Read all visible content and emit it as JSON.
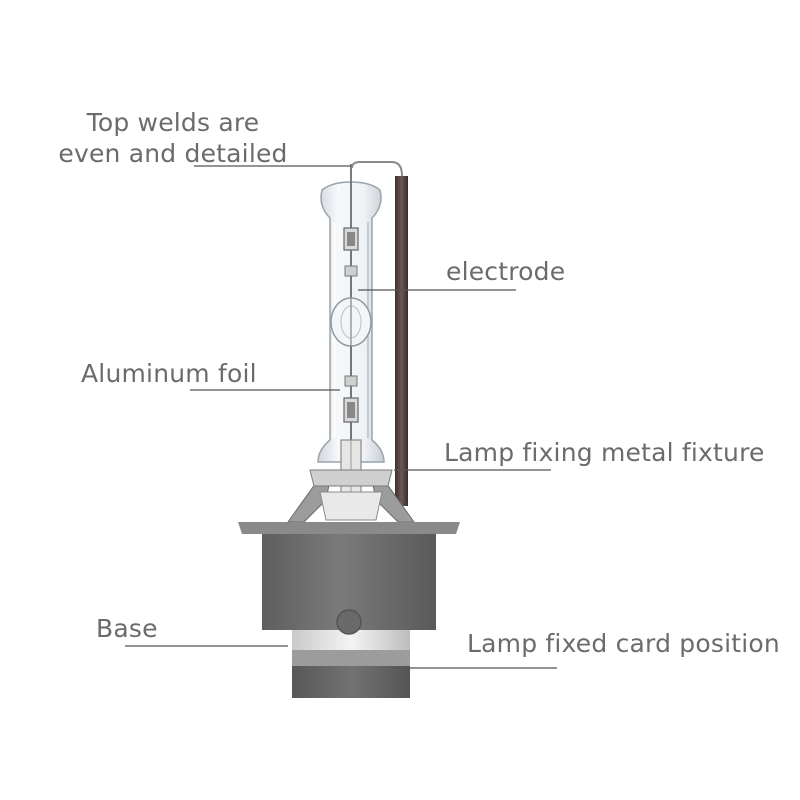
{
  "labels": {
    "top_welds_line1": "Top welds are",
    "top_welds_line2": "even and detailed",
    "electrode": "electrode",
    "aluminum_foil": "Aluminum foil",
    "fixture": "Lamp fixing metal fixture",
    "base": "Base",
    "card_position": "Lamp fixed card position"
  },
  "colors": {
    "label_text": "#6b6b6b",
    "leader_line": "#555555",
    "base_body": "#717171",
    "fixture_wire": "#5c4a44",
    "glass": "#e8eef3"
  }
}
